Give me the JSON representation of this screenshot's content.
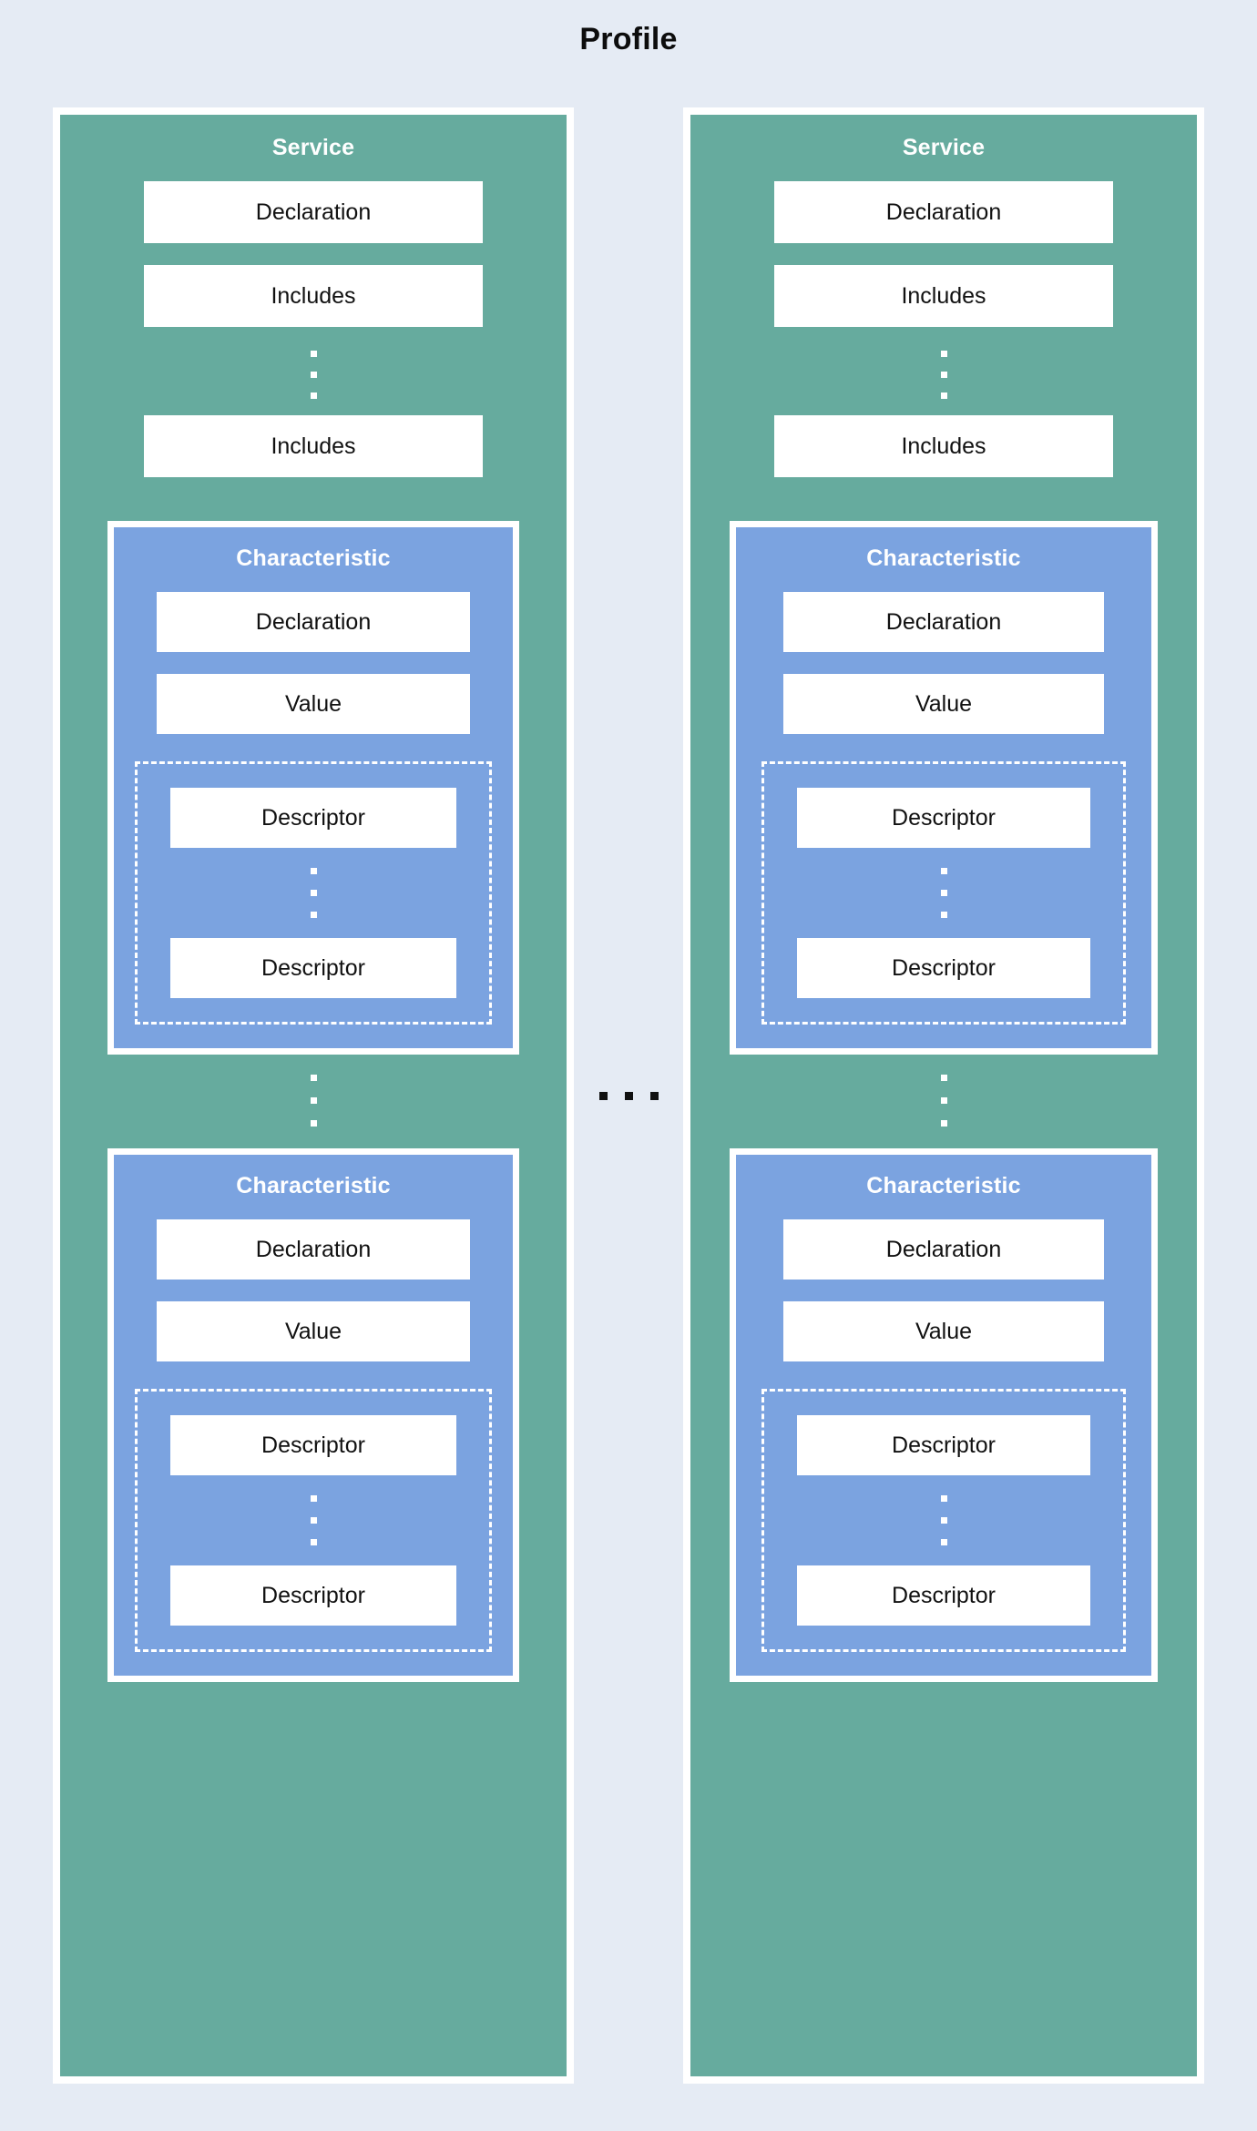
{
  "title": "Profile",
  "colors": {
    "background": "#e5ebf4",
    "service": "#66ab9e",
    "characteristic": "#7ba3e0",
    "leaf": "#ffffff",
    "text_dark": "#111111",
    "text_light": "#ffffff"
  },
  "ellipsis": {
    "vertical_symbol": "vertical-ellipsis",
    "horizontal_symbol": "horizontal-ellipsis"
  },
  "columns": [
    {
      "id": "service-left",
      "title": "Service",
      "items": [
        {
          "label": "Declaration"
        },
        {
          "label": "Includes"
        },
        {
          "label": "Includes"
        }
      ],
      "characteristics": [
        {
          "title": "Characteristic",
          "declaration": "Declaration",
          "value": "Value",
          "descriptors": [
            {
              "label": "Descriptor"
            },
            {
              "label": "Descriptor"
            }
          ]
        },
        {
          "title": "Characteristic",
          "declaration": "Declaration",
          "value": "Value",
          "descriptors": [
            {
              "label": "Descriptor"
            },
            {
              "label": "Descriptor"
            }
          ]
        }
      ]
    },
    {
      "id": "service-right",
      "title": "Service",
      "items": [
        {
          "label": "Declaration"
        },
        {
          "label": "Includes"
        },
        {
          "label": "Includes"
        }
      ],
      "characteristics": [
        {
          "title": "Characteristic",
          "declaration": "Declaration",
          "value": "Value",
          "descriptors": [
            {
              "label": "Descriptor"
            },
            {
              "label": "Descriptor"
            }
          ]
        },
        {
          "title": "Characteristic",
          "declaration": "Declaration",
          "value": "Value",
          "descriptors": [
            {
              "label": "Descriptor"
            },
            {
              "label": "Descriptor"
            }
          ]
        }
      ]
    }
  ]
}
